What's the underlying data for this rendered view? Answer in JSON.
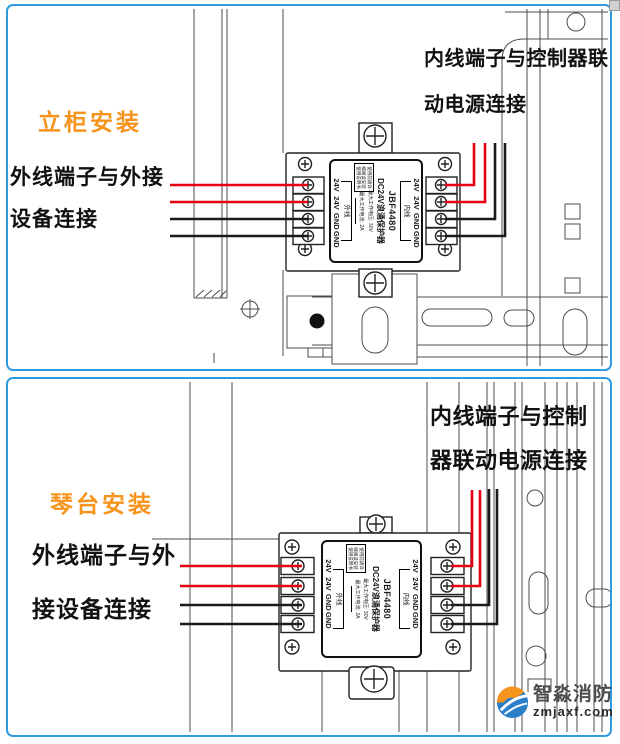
{
  "colors": {
    "panel_border": "#2f9ae0",
    "accent_orange": "#f7941e",
    "wire_red": "#e60012",
    "wire_black": "#1a1a1a",
    "line_art": "#4d4d4d"
  },
  "panels": [
    {
      "title": "立柜安装",
      "left_label": [
        "外线端子与外接",
        "设备连接"
      ],
      "right_label": [
        "内线端子与控制器联",
        "动电源连接"
      ]
    },
    {
      "title": "琴台安装",
      "left_label": [
        "外线端子与外",
        "接设备连接"
      ],
      "right_label": [
        "内线端子与控制",
        "器联动电源连接"
      ]
    }
  ],
  "device_label": {
    "model": "JBF4480",
    "name": "DC24V浪涌保护器",
    "inner": "内线",
    "outer": "外线",
    "terminals": [
      "24V",
      "24V",
      "GND",
      "GND"
    ],
    "spec1": "最大工作电压: 30V",
    "spec2": "最大工作电流: 2A",
    "warning": "使用前请详细阅读安装使用说明书"
  },
  "brand": {
    "name": "智淼消防",
    "site": "zmjaxf.com"
  }
}
